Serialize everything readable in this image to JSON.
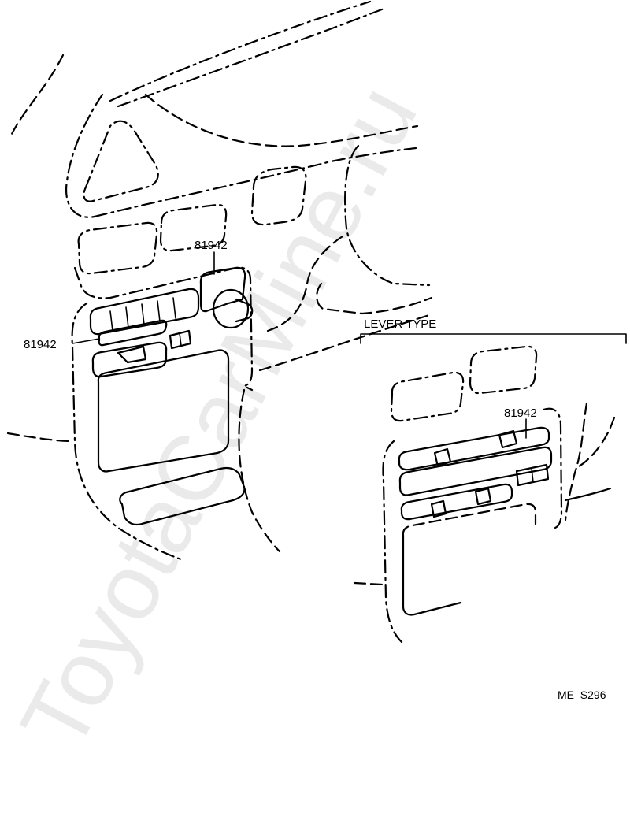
{
  "watermark": "ToyotaCarMine.ru",
  "labels": {
    "part_main_top": "81942",
    "part_main_left": "81942",
    "lever_type": "LEVER TYPE",
    "part_lever": "81942",
    "diagram_code": "ME  S296"
  }
}
